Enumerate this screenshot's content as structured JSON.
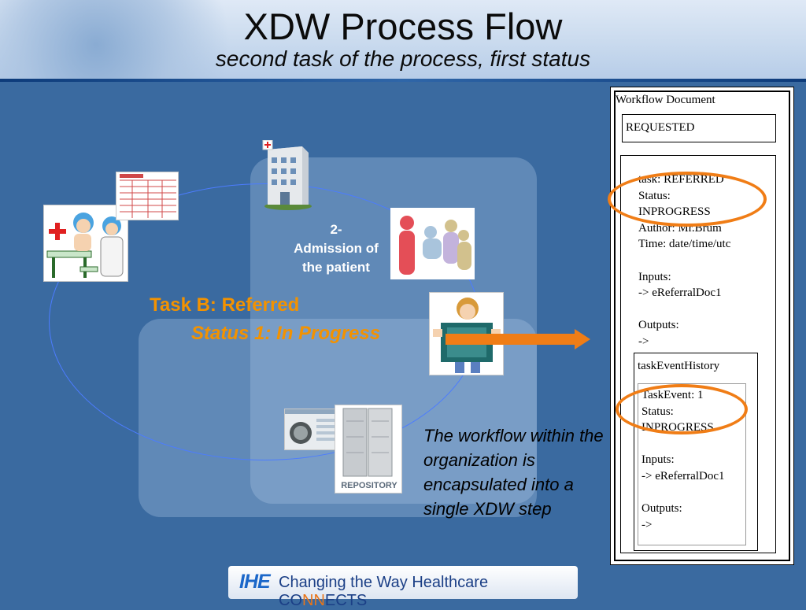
{
  "header": {
    "title": "XDW Process Flow",
    "subtitle": "second task of the process, first status"
  },
  "diagram": {
    "step_label": "2-\nAdmission of\nthe patient",
    "task_label": "Task B: Referred",
    "status_label": "Status 1: In Progress",
    "note": "The workflow within the organization is encapsulated into a single XDW step",
    "repository_label": "REPOSITORY"
  },
  "workflow_document": {
    "title": "Workflow Document",
    "status": "REQUESTED",
    "task": {
      "task": "task: REFERRED",
      "status_label": "Status:",
      "status_value": "INPROGRESS",
      "author": "Author: Mr.Brum",
      "time": "Time: date/time/utc",
      "inputs_label": "Inputs:",
      "inputs_value": "-> eReferralDoc1",
      "outputs_label": "Outputs:",
      "outputs_value": "->"
    },
    "history": {
      "title": "taskEventHistory",
      "event": "TaskEvent: 1",
      "status_label": "Status:",
      "status_value": "INPROGRESS",
      "inputs_label": "Inputs:",
      "inputs_value": "-> eReferralDoc1",
      "outputs_label": "Outputs:",
      "outputs_value": "->"
    }
  },
  "footer": {
    "logo": "IHE",
    "tagline_start": "Changing the Way Healthcare ",
    "tagline_co": "CO",
    "tagline_nn": "NN",
    "tagline_ects": "ECTS"
  },
  "colors": {
    "background": "#3a6aa0",
    "accent_orange": "#f39200",
    "arrow_orange": "#f07d16",
    "orbit_blue": "#4c7cff",
    "ihe_blue": "#1b3f86"
  },
  "icons": [
    "hospital-icon",
    "doctor-patient-icon",
    "medical-form-icon",
    "people-icon",
    "xray-patient-icon",
    "repository-server-icon",
    "screen-screenshot-icon"
  ]
}
